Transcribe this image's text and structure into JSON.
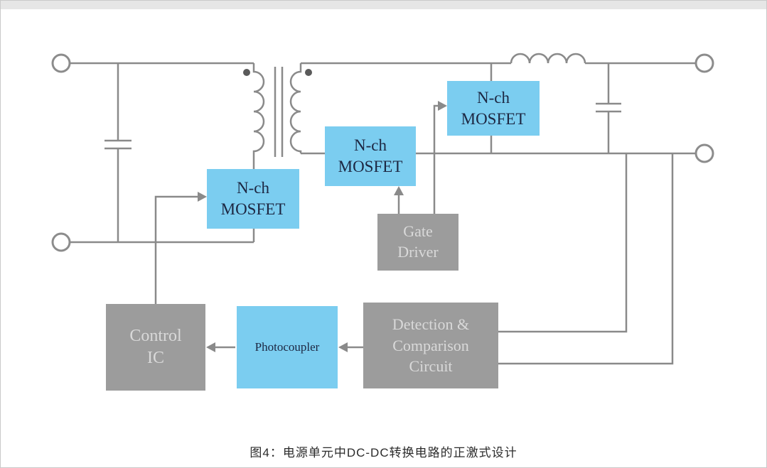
{
  "caption": "图4：电源单元中DC-DC转换电路的正激式设计",
  "colors": {
    "box_blue": "#7bcdf0",
    "box_gray": "#9c9c9c",
    "wire_gray": "#8a8a8a",
    "blue_box_text": "#1d2742",
    "gray_box_text": "#d9d9d9"
  },
  "blocks": {
    "mosfet_primary": {
      "line1": "N-ch",
      "line2": "MOSFET"
    },
    "mosfet_sync": {
      "line1": "N-ch",
      "line2": "MOSFET"
    },
    "mosfet_freewheel": {
      "line1": "N-ch",
      "line2": "MOSFET"
    },
    "gate_driver": {
      "line1": "Gate",
      "line2": "Driver"
    },
    "control_ic": {
      "line1": "Control",
      "line2": "IC"
    },
    "photocoupler": {
      "label": "Photocoupler"
    },
    "detection": {
      "line1": "Detection &",
      "line2": "Comparison",
      "line3": "Circuit"
    }
  }
}
